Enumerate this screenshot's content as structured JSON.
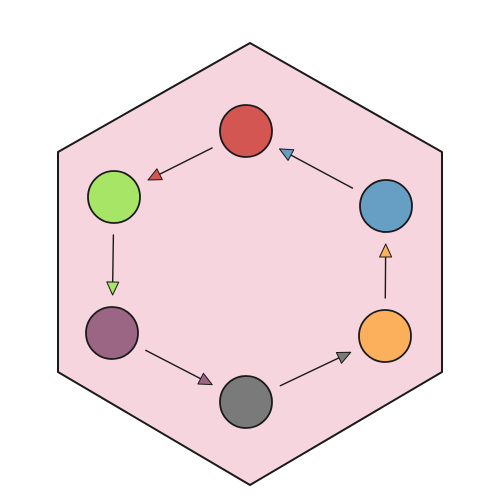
{
  "diagram": {
    "background_shape": "hexagon",
    "background_fill": "#f6d5de",
    "outline_color": "#1a1a1a",
    "nodes": [
      {
        "id": "red",
        "color": "#d45653"
      },
      {
        "id": "blue",
        "color": "#669fc3"
      },
      {
        "id": "orange",
        "color": "#fcb05c"
      },
      {
        "id": "gray",
        "color": "#7b7a7b"
      },
      {
        "id": "purple",
        "color": "#9b6684"
      },
      {
        "id": "green",
        "color": "#a7e566"
      }
    ],
    "edges": [
      {
        "from": "red",
        "to": "green",
        "color": "#d45653"
      },
      {
        "from": "green",
        "to": "purple",
        "color": "#a7e566"
      },
      {
        "from": "purple",
        "to": "gray",
        "color": "#9b6684"
      },
      {
        "from": "gray",
        "to": "orange",
        "color": "#7b7a7b"
      },
      {
        "from": "orange",
        "to": "blue",
        "color": "#fcb05c"
      },
      {
        "from": "blue",
        "to": "red",
        "color": "#669fc3"
      }
    ]
  }
}
